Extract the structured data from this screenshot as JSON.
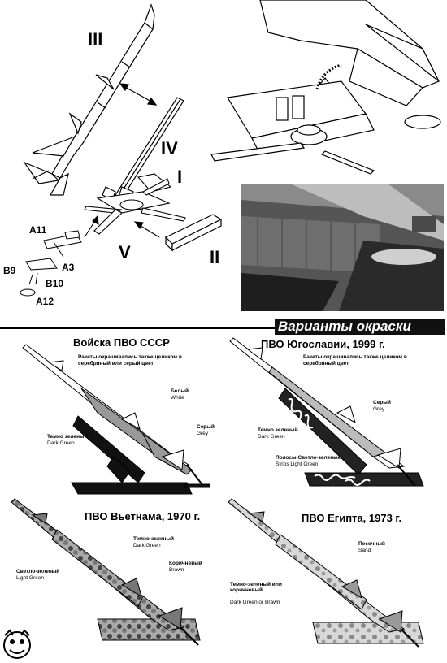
{
  "assembly": {
    "part_labels": {
      "iii": "III",
      "iv": "IV",
      "i": "I",
      "v": "V",
      "ii": "II",
      "a11": "A11",
      "a3": "A3",
      "b9": "B9",
      "b10": "B10",
      "a12": "A12"
    }
  },
  "section": {
    "banner_title": "Варианты окраски"
  },
  "schemes": [
    {
      "title": "Войска ПВО СССР",
      "note": "Ракеты окрашивались также целиком в серебряный  или серый цвет",
      "labels": [
        {
          "ru": "Белый",
          "en": "White"
        },
        {
          "ru": "Серый",
          "en": "Grey"
        },
        {
          "ru": "Темно зеленый",
          "en": "Dark Green"
        }
      ]
    },
    {
      "title": "ПВО Югославии, 1999 г.",
      "note": "Ракеты окрашивались также целиком в серебряный цвет",
      "labels": [
        {
          "ru": "Серый",
          "en": "Grey"
        },
        {
          "ru": "Темно зеленый",
          "en": "Dark Green"
        },
        {
          "ru": "Полосы Светло-зеленые",
          "en": "Strips Light Green"
        }
      ]
    },
    {
      "title": "ПВО Вьетнама, 1970 г.",
      "labels": [
        {
          "ru": "Темно-зеленый",
          "en": "Dark Green"
        },
        {
          "ru": "Коричневый",
          "en": "Brawn"
        },
        {
          "ru": "Светло-зеленый",
          "en": "Light Green"
        }
      ]
    },
    {
      "title": "ПВО Египта, 1973 г.",
      "labels": [
        {
          "ru": "Песочный",
          "en": "Sand"
        },
        {
          "ru": "Темно-зеленый или коричневый",
          "en": "Dark Green or Brawn"
        }
      ]
    }
  ]
}
